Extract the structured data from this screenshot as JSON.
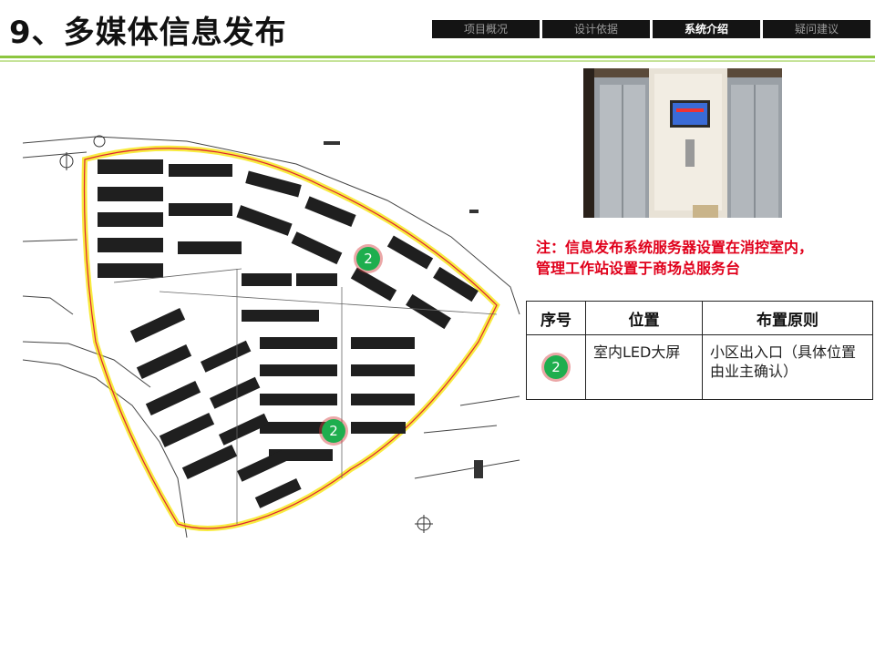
{
  "header": {
    "title": "9、多媒体信息发布"
  },
  "nav": {
    "tabs": [
      "项目概况",
      "设计依据",
      "系统介绍",
      "疑问建议"
    ],
    "active": "系统介绍"
  },
  "map": {
    "markers": [
      "2",
      "2"
    ]
  },
  "note": {
    "line1": "注：信息发布系统服务器设置在消控室内，",
    "line2": "管理工作站设置于商场总服务台"
  },
  "table": {
    "headers": [
      "序号",
      "位置",
      "布置原则"
    ],
    "rows": [
      {
        "marker": "2",
        "location": "室内LED大屏",
        "principle": "小区出入口（具体位置由业主确认）"
      }
    ]
  },
  "colors": {
    "accent_green": "#8cc63f",
    "note_red": "#e0001b",
    "marker_green": "#1eae4e",
    "nav_bg": "#141414",
    "boundary_yellow": "#f5e400"
  }
}
